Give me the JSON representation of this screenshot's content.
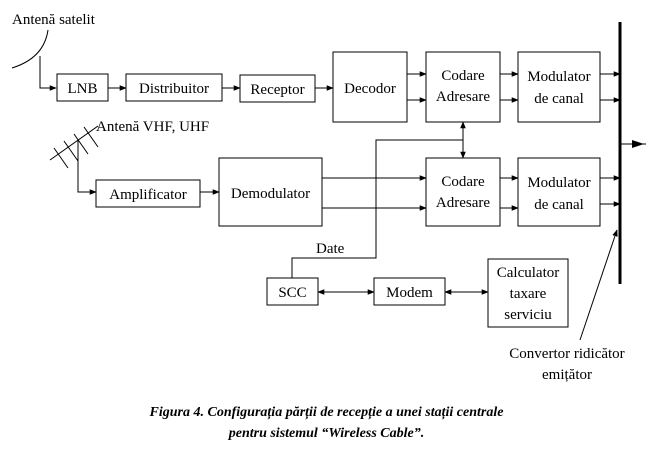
{
  "labels": {
    "antenna_sat": "Antenă satelit",
    "antenna_vhf": "Antenă VHF, UHF",
    "lnb": "LNB",
    "distributor": "Distribuitor",
    "receptor": "Receptor",
    "decodor": "Decodor",
    "codare_line1": "Codare",
    "codare_line2": "Adresare",
    "modulator_line1": "Modulator",
    "modulator_line2": "de canal",
    "amplificator": "Amplificator",
    "demodulator": "Demodulator",
    "date": "Date",
    "scc": "SCC",
    "modem": "Modem",
    "calc_line1": "Calculator",
    "calc_line2": "taxare",
    "calc_line3": "serviciu",
    "convertor_line1": "Convertor ridicător",
    "convertor_line2": "emițător"
  },
  "caption": {
    "line1": "Figura 4.  Configurația părții de recepție a unei stații centrale",
    "line2": "pentru sistemul “Wireless Cable”."
  }
}
